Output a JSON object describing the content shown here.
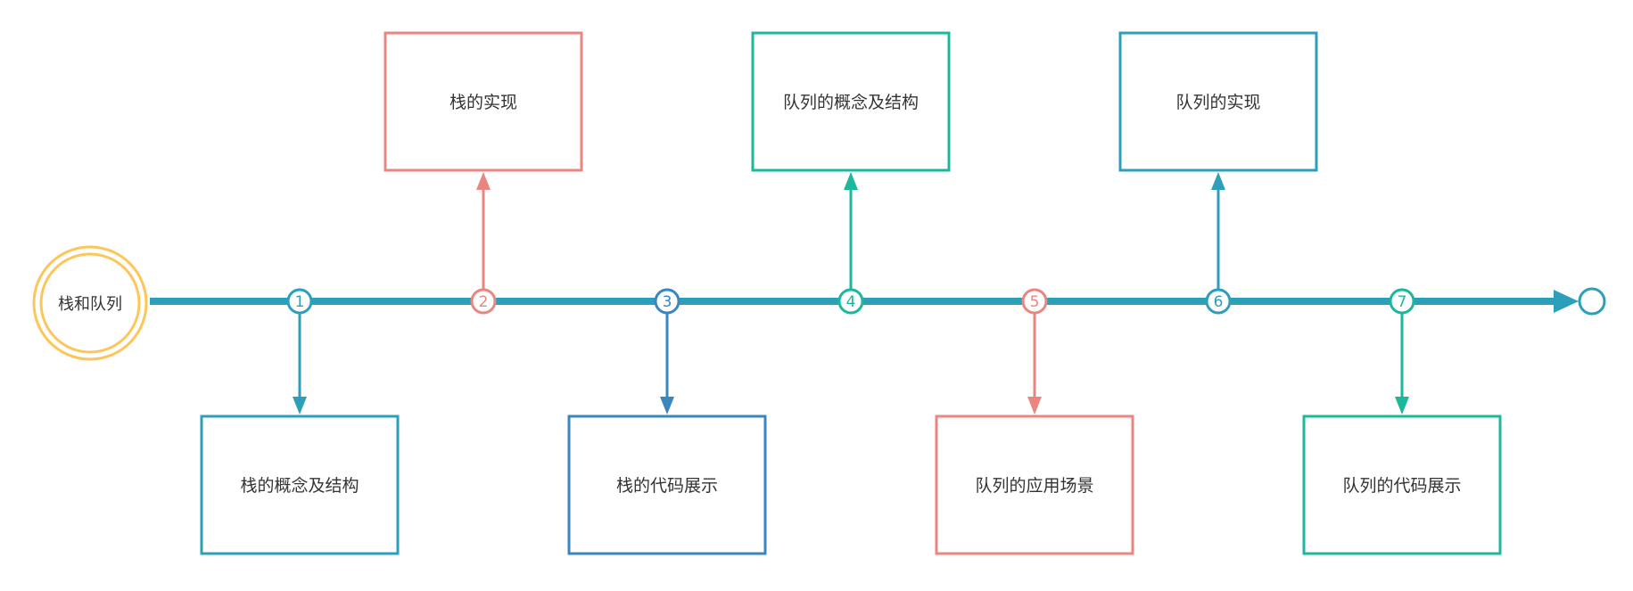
{
  "root": {
    "label": "栈和队列",
    "color": "#fcc65a"
  },
  "spine_color": "#2c9fbb",
  "nodes": [
    {
      "number": "1",
      "label": "栈的概念及结构",
      "side": "below",
      "color": "#2e9fba"
    },
    {
      "number": "2",
      "label": "栈的实现",
      "side": "above",
      "color": "#ea8680"
    },
    {
      "number": "3",
      "label": "栈的代码展示",
      "side": "below",
      "color": "#3a86c0"
    },
    {
      "number": "4",
      "label": "队列的概念及结构",
      "side": "above",
      "color": "#1bb89c"
    },
    {
      "number": "5",
      "label": "队列的应用场景",
      "side": "below",
      "color": "#ea8680"
    },
    {
      "number": "6",
      "label": "队列的实现",
      "side": "above",
      "color": "#2e9fba"
    },
    {
      "number": "7",
      "label": "队列的代码展示",
      "side": "below",
      "color": "#1bb89c"
    }
  ],
  "end_marker_color": "#2c9fbb"
}
